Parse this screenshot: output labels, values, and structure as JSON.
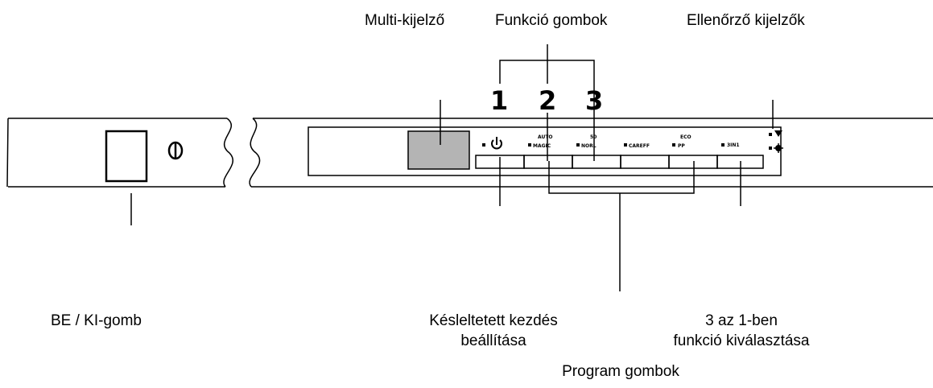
{
  "labels": {
    "multi_display": "Multi-kijelző",
    "function_buttons": "Funkció gombok",
    "indicator_displays": "Ellenőrző kijelzők",
    "on_off_button": "BE / KI-gomb",
    "delayed_start_line1": "Késleltetett kezdés",
    "delayed_start_line2": "beállítása",
    "three_in_one_line1": "3 az 1-ben",
    "three_in_one_line2": "funkció kiválasztása",
    "program_buttons": "Program gombok"
  },
  "function_numbers": [
    "1",
    "2",
    "3"
  ],
  "panel_text": {
    "prog1_top": "AUTO",
    "prog1_bottom": "MAGIC",
    "prog2_top": "50",
    "prog2_bottom": "NORL",
    "prog3_bottom": "CAREFF",
    "prog4_top": "ECO",
    "prog4_bottom": "PP",
    "three_in_one": "3IN1"
  },
  "colors": {
    "line": "#000000",
    "display_fill": "#b4b4b4"
  }
}
